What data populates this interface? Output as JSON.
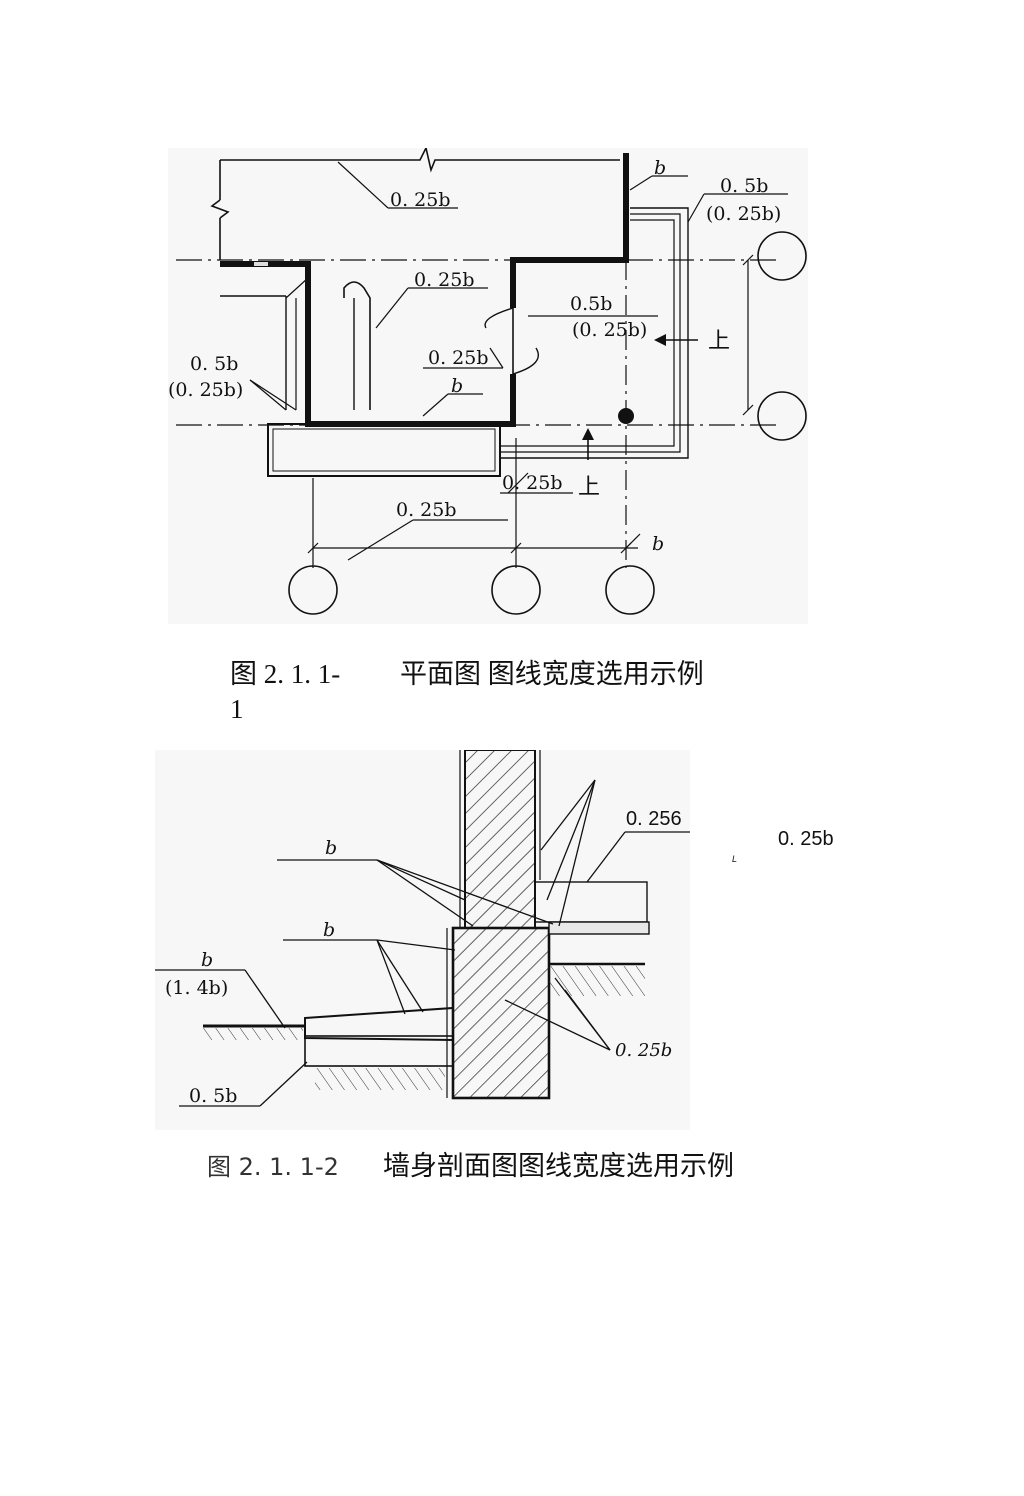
{
  "figure1": {
    "labels": {
      "top_wall": "0. 25b",
      "right_wall": "b",
      "right_outer_line1": "0. 5b",
      "right_outer_line2": "(0. 25b)",
      "inner_pipe": "0. 25b",
      "door_line1": "0.5b",
      "door_line2": "(0. 25b)",
      "door_arc": "0. 25b",
      "bottom_wall": "b",
      "left_line1": "0. 5b",
      "left_line2": "(0. 25b)",
      "step": "0. 25b",
      "dim_line": "0. 25b",
      "axis_label": "b",
      "up_right": "上",
      "up_bottom": "上"
    },
    "caption_number_line1": "图  2. 1. 1-",
    "caption_number_line2": "1",
    "caption_text": "平面图 图线宽度选用示例"
  },
  "figure2": {
    "labels": {
      "top_right": "0. 256",
      "far_right": "0. 25b",
      "tiny_mark": "L",
      "b_upper": "b",
      "b_middle": "b",
      "b_left_line1": "b",
      "b_left_line2": "(1. 4b)",
      "half_b": "0. 5b",
      "quarter_b": "0. 25b"
    },
    "caption_number": "图 2. 1. 1-2",
    "caption_text": "墙身剖面图图线宽度选用示例"
  }
}
